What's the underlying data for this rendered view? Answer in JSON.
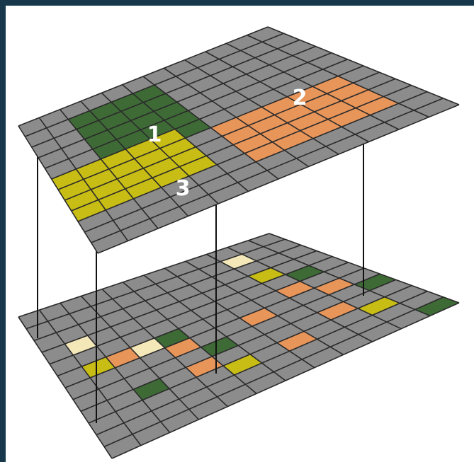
{
  "labels": {
    "zone_1": "1",
    "zone_2": "2",
    "zone_3": "3"
  },
  "colors": {
    "frame": "#16384a",
    "background": "#ffffff",
    "grid_fill": "#8c8c8c",
    "grid_line": "#2a2a2a",
    "dark_green": "#3e6a36",
    "orange": "#e8955a",
    "olive": "#c8bd14",
    "pale_yellow": "#f4e8b8"
  },
  "top_layer": {
    "zones": [
      {
        "label": "1",
        "color": "dark_green"
      },
      {
        "label": "2",
        "color": "orange"
      },
      {
        "label": "3",
        "color": "olive"
      }
    ]
  },
  "bottom_layer": {
    "cell_colors": [
      "dark_green",
      "orange",
      "olive",
      "pale_yellow"
    ]
  }
}
